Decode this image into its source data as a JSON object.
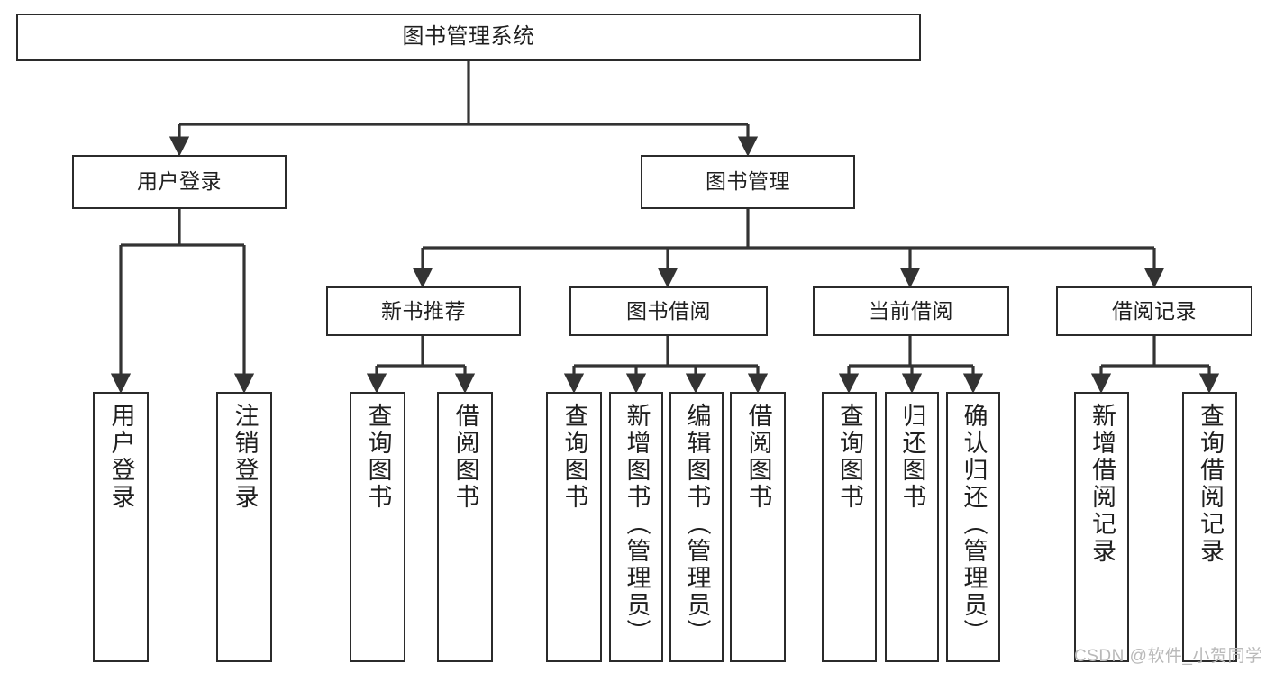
{
  "diagram": {
    "title": "图书管理系统",
    "type": "hierarchy-tree",
    "theme": {
      "background": "#ffffff",
      "box_border": "#2b2b2b",
      "box_fill": "#ffffff",
      "connector": "#333333",
      "text": "#1f1f1f",
      "watermark": "#b9b9b9"
    },
    "nodes": {
      "root": {
        "label": "图书管理系统"
      },
      "level1": [
        {
          "id": "user-login",
          "label": "用户登录"
        },
        {
          "id": "book-manage",
          "label": "图书管理"
        }
      ],
      "level2": [
        {
          "id": "new-book-recommend",
          "label": "新书推荐"
        },
        {
          "id": "book-borrow",
          "label": "图书借阅"
        },
        {
          "id": "current-borrow",
          "label": "当前借阅"
        },
        {
          "id": "borrow-record",
          "label": "借阅记录"
        }
      ],
      "leaves": {
        "user_login": [
          {
            "id": "leaf-user-login",
            "label": "用户登录"
          },
          {
            "id": "leaf-logout-login",
            "label": "注销登录"
          }
        ],
        "new_book_recommend": [
          {
            "id": "leaf-query-book-1",
            "label": "查询图书"
          },
          {
            "id": "leaf-borrow-book-1",
            "label": "借阅图书"
          }
        ],
        "book_borrow": [
          {
            "id": "leaf-query-book-2",
            "label": "查询图书"
          },
          {
            "id": "leaf-add-book",
            "label": "新增图书（管理员）"
          },
          {
            "id": "leaf-edit-book",
            "label": "编辑图书（管理员）"
          },
          {
            "id": "leaf-borrow-book-2",
            "label": "借阅图书"
          }
        ],
        "current_borrow": [
          {
            "id": "leaf-query-book-3",
            "label": "查询图书"
          },
          {
            "id": "leaf-return-book",
            "label": "归还图书"
          },
          {
            "id": "leaf-confirm-return",
            "label": "确认归还（管理员）"
          }
        ],
        "borrow_record": [
          {
            "id": "leaf-add-record",
            "label": "新增借阅记录"
          },
          {
            "id": "leaf-query-record",
            "label": "查询借阅记录"
          }
        ]
      }
    },
    "watermark": "CSDN @软件_小贺同学"
  }
}
